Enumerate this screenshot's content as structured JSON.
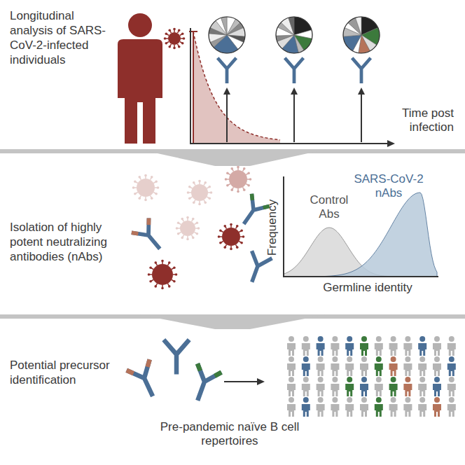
{
  "diagram": {
    "nodes": [
      {
        "text": [
          "Longitudinal analysis of SARS-CoV-2-infected individuals"
        ]
      },
      {
        "text": [
          "Isolation of highly potent neutralizing antibodies (nAbs)"
        ]
      },
      {
        "text": [
          "Potential precursor identification"
        ]
      }
    ],
    "edges": [
      {
        "from": 0,
        "to": 1,
        "arrow": "to"
      },
      {
        "from": 1,
        "to": 2,
        "arrow": "to"
      }
    ],
    "labels": [
      "Time post infection",
      "Control Abs",
      "SARS-CoV-2 nAbs",
      "Frequency",
      "Germline identity",
      "Pre-pandemic naïve B cell repertoires"
    ]
  }
}
